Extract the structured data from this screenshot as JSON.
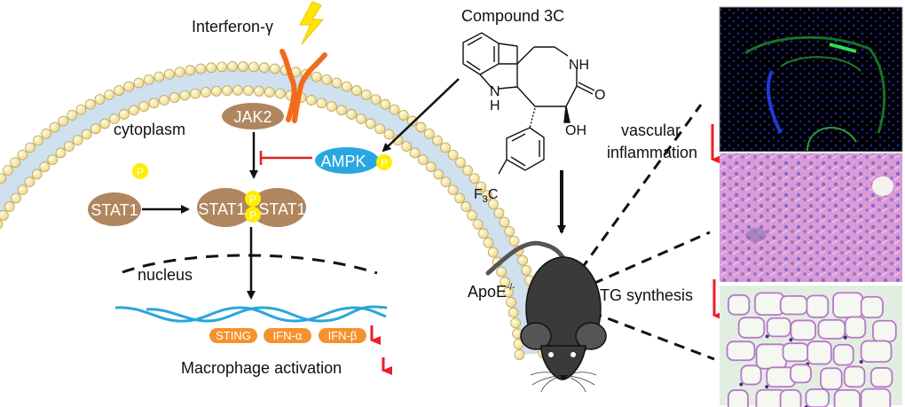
{
  "title": "Compound 3C inhibits JAK2/STAT1 signaling via AMPK in ApoE-/- mice",
  "labels": {
    "interferon": "Interferon-γ",
    "cytoplasm": "cytoplasm",
    "nucleus": "nucleus",
    "jak2": "JAK2",
    "ampk": "AMPK",
    "phospho": "P",
    "stat1": "STAT1",
    "compound": "Compound 3C",
    "mouse_model_base": "ApoE",
    "mouse_model_sup": "-/-",
    "vascular_line1": "vascular",
    "vascular_line2": "inflammation",
    "tg_synthesis": "TG synthesis",
    "macrophage": "Macrophage activation"
  },
  "genes": [
    "STING",
    "IFN-α",
    "IFN-β"
  ],
  "chem": {
    "nh_amide": "NH",
    "oxo": "O",
    "hydroxyl": "OH",
    "indole_n": "N",
    "indole_h": "H",
    "cf3_f": "F",
    "cf3_sub": "3",
    "cf3_c": "C"
  },
  "panels": [
    {
      "name": "aorta-immunofluorescence",
      "description": "fluorescent aortic section (blue nuclei, green stain)"
    },
    {
      "name": "liver-he-stain",
      "description": "H&E liver section"
    },
    {
      "name": "adipose-he-stain",
      "description": "H&E adipose tissue section"
    }
  ],
  "colors": {
    "membrane_head": "#f7eaa6",
    "membrane_tail": "#cfe0ee",
    "protein_brown": "#b0865e",
    "ampk_blue": "#29a8e0",
    "phospho_yellow": "#ffee00",
    "receptor_orange": "#f26b1d",
    "lightning": "#ffe600",
    "dna_blue": "#2aa6dc",
    "gene_orange": "#f5922e",
    "down_red": "#ee1c24",
    "inhibit_red": "#e2231a",
    "mouse_body": "#3a3a3a"
  },
  "effects": {
    "macrophage_activation": "decreased",
    "gene_expression": "decreased",
    "vascular_inflammation": "decreased",
    "tg_synthesis": "decreased"
  }
}
